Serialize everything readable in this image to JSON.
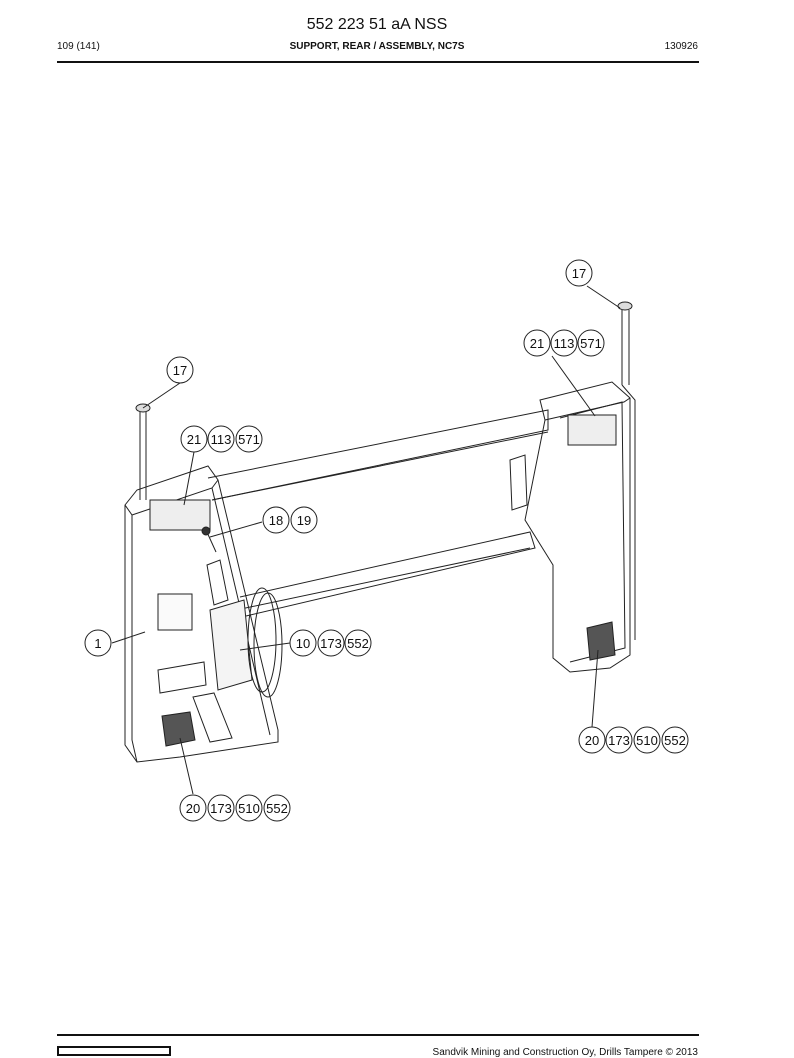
{
  "header": {
    "doc_number": "552 223 51 aA NSS",
    "page": "109 (141)",
    "title": "SUPPORT, REAR / ASSEMBLY, NC7S",
    "date": "130926"
  },
  "callouts": {
    "c17_right": [
      "17"
    ],
    "c21_right": [
      "21",
      "113",
      "571"
    ],
    "c17_left": [
      "17"
    ],
    "c21_left": [
      "21",
      "113",
      "571"
    ],
    "c18": [
      "18",
      "19"
    ],
    "c1": [
      "1"
    ],
    "c10": [
      "10",
      "173",
      "552"
    ],
    "c20_right": [
      "20",
      "173",
      "510",
      "552"
    ],
    "c20_left": [
      "20",
      "173",
      "510",
      "552"
    ]
  },
  "footer": {
    "copyright": "Sandvik Mining and Construction Oy, Drills Tampere © 2013"
  }
}
